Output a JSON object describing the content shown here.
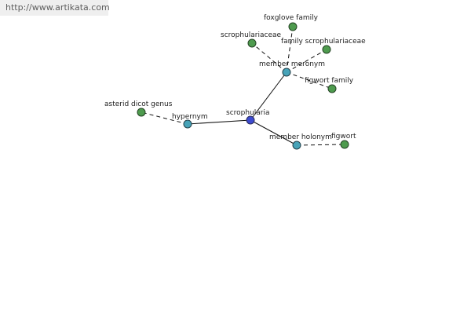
{
  "source": {
    "url": "http://www.artikata.com"
  },
  "graph": {
    "root": "scrophularia",
    "relations": {
      "hypernym": "hypernym",
      "member_meronym": "member meronym",
      "member_holonym": "member holonym"
    },
    "leaves": {
      "asterid_dicot_genus": "asterid dicot genus",
      "foxglove_family": "foxglove family",
      "scrophulariaceae": "scrophulariaceae",
      "family_scrophulariaceae": "family scrophulariaceae",
      "figwort_family": "figwort family",
      "figwort": "figwort"
    }
  },
  "colors": {
    "root": "#3d4bd0",
    "relation": "#47a3b8",
    "leaf": "#4e9b4e",
    "edge": "#111111"
  }
}
